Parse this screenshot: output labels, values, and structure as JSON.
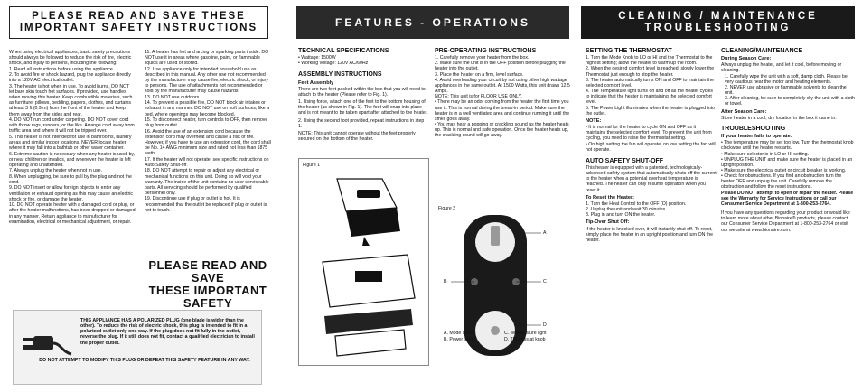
{
  "p1": {
    "title1": "PLEASE READ AND SAVE THESE",
    "title2": "IMPORTANT SAFETY INSTRUCTIONS",
    "col1": [
      "When using electrical appliances, basic safety precautions should always be followed to reduce the risk of fire, electric shock, and injury to persons, including the following:",
      "1. Read all instructions before using the appliance.",
      "2. To avoid fire or shock hazard, plug the appliance directly into a 120V AC electrical outlet.",
      "3. The heater is hot when in use. To avoid burns, DO NOT let bare skin touch hot surfaces. If provided, use handles when moving this heater. Keep combustible materials, such as furniture, pillows, bedding, papers, clothes, and curtains at least 3 ft (0.9 m) from the front of the heater and keep them away from the sides and rear.",
      "4. DO NOT run cord under carpeting. DO NOT cover cord with throw rugs, runners, or the like. Arrange cord away from traffic area and where it will not be tripped over.",
      "5. This heater is not intended for use in bathrooms, laundry areas and similar indoor locations. NEVER locate heater where it may fall into a bathtub or other water container.",
      "6. Extreme caution is necessary when any heater is used by, or near children or invalids, and whenever the heater is left operating and unattended.",
      "7. Always unplug the heater when not in use.",
      "8. When unplugging, be sure to pull by the plug and not the cord.",
      "9. DO NOT insert or allow foreign objects to enter any ventilation or exhaust opening as this may cause an electric shock or fire, or damage the heater.",
      "10. DO NOT operate heater with a damaged cord or plug, or after the heater malfunctions, has been dropped or damaged in any manner. Return appliance to manufacturer for examination, electrical or mechanical adjustment, or repair."
    ],
    "col2": [
      "11. A heater has hot and arcing or sparking parts inside. DO NOT use it in areas where gasoline, paint, or flammable liquids are used or stored.",
      "12. Use appliance only for intended household use as described in this manual. Any other use not recommended by the manufacturer may cause fire, electric shock, or injury to persons. The use of attachments not recommended or sold by the manufacturer may cause hazards.",
      "13. DO NOT use outdoors.",
      "14. To prevent a possible fire, DO NOT block air intakes or exhaust in any manner. DO NOT use on soft surfaces, like a bed, where openings may become blocked.",
      "15. To disconnect heater, turn controls to OFF, then remove plug from outlet.",
      "16. Avoid the use of an extension cord because the extension cord may overheat and cause a risk of fire. However, if you have to use an extension cord, the cord shall be No. 14 AWG minimum size and rated not less than 1875 watts.",
      "17. If the heater will not operate, see specific instructions on Auto Safety Shut-off.",
      "18. DO NOT attempt to repair or adjust any electrical or mechanical functions on this unit. Doing so will void your warranty. The inside of the unit contains no user serviceable parts. All servicing should be performed by qualified personnel only.",
      "19. Discontinue use if plug or outlet is hot. It is recommended that the outlet be replaced if plug or outlet is hot to touch."
    ],
    "big1": "PLEASE READ AND SAVE",
    "big2": "THESE IMPORTANT",
    "big3": "SAFETY INSTRUCTIONS",
    "plug_text": "THIS APPLIANCE HAS A POLARIZED PLUG (one blade is wider than the other). To reduce the risk of electric shock, this plug is intended to fit in a polarized outlet only one way. If the plug does not fit fully in the outlet, reverse the plug. If it still does not fit, contact a qualified electrician to install the proper outlet.",
    "plug_warn": "DO NOT ATTEMPT TO MODIFY THIS PLUG OR DEFEAT THIS SAFETY FEATURE IN ANY WAY."
  },
  "p2": {
    "title": "FEATURES - OPERATIONS",
    "tech_h": "TECHNICAL SPECIFICATIONS",
    "tech": [
      "• Wattage: 1500W",
      "• Working voltage: 120V AC/60Hz"
    ],
    "asm_h": "ASSEMBLY INSTRUCTIONS",
    "asm_sub": "Feet Assembly",
    "asm": [
      "There are two feet packed within the box that you will need to attach to the heater (Please refer to Fig. 1).",
      "1. Using force, attach one of the feet to the bottom housing of the heater (as shown in Fig. 1). The foot will snap into place and is not meant to be taken apart after attached to the heater.",
      "2. Using the second foot provided, repeat instructions in step 1."
    ],
    "asm_note": "NOTE: This unit cannot operate without the feet properly secured on the bottom of the heater.",
    "pre_h": "PRE-OPERATING INSTRUCTIONS",
    "pre": [
      "1. Carefully remove your heater from the box.",
      "2. Make sure the unit is in the OFF position before plugging the heater into the outlet.",
      "3. Place the heater on a firm, level surface.",
      "4. Avoid overloading your circuit by not using other high wattage appliances in the same outlet. At 1500 Watts, this unit draws 12.5 Amps."
    ],
    "pre_note": "NOTE: This unit is for FLOOR USE ONLY.",
    "pre2": [
      "• There may be an odor coming from the heater the first time you use it. This is normal during the break-in period. Make sure the heater is in a well ventilated area and continue running it until the smell goes away.",
      "• You may hear a popping or crackling sound as the heater heats up. This is normal and safe operation. Once the heater heats up, the crackling sound will go away."
    ],
    "fig1": "Figure 1",
    "fig2": "Figure 2",
    "labels": [
      "A",
      "B",
      "C",
      "D"
    ],
    "legend": [
      "A. Mode switch",
      "B. Power light",
      "C. Temperature light",
      "D. Thermostat knob"
    ]
  },
  "p3": {
    "title1": "CLEANING / MAINTENANCE",
    "title2": "TROUBLESHOOTING",
    "thermo_h": "SETTING THE THERMOSTAT",
    "thermo": [
      "1. Turn the Mode Knob to LO or HI and the Thermostat to the highest setting; allow the heater to warm up the room.",
      "2. When the desired comfort level is reached, slowly lower the Thermostat just enough to stop the heater.",
      "3. The heater automatically turns ON and OFF to maintain the selected comfort level.",
      "4. The Temperature light turns on and off as the heater cycles to indicate that the heater is maintaining the selected comfort level.",
      "5. The Power Light illuminates when the heater is plugged into the outlet."
    ],
    "note_h": "NOTE:",
    "notes": [
      "• It is normal for the heater to cycle ON and OFF as it maintains the selected comfort level. To prevent the unit from cycling, you need to raise the thermostat setting.",
      "• On high setting the fan will operate, on low setting the fan will not operate."
    ],
    "auto_h": "AUTO SAFETY SHUT-OFF",
    "auto": "This heater is equipped with a patented, technologically-advanced safety system that automatically shuts off the current to the heater when a potential overheat temperature is reached. The heater can only resume operation when you reset it.",
    "reset_h": "To Reset the Heater:",
    "reset": [
      "1. Turn the Heat Control to the OFF (O) position.",
      "2. Unplug the unit and wait 30 minutes.",
      "3. Plug in and turn ON the heater."
    ],
    "tip_h": "Tip-Over Shut Off:",
    "tip": "If the heater is knocked over, it will instantly shut off. To reset, simply place the heater in an upright position and turn ON the heater.",
    "clean_h": "CLEANING/MAINTENANCE",
    "during_h": "During Season Care:",
    "during": "Always unplug the heater, and let it cool, before moving or cleaning.",
    "during_list": [
      "1. Carefully wipe the unit with a soft, damp cloth. Please be very cautious near the motor and heating elements.",
      "2. NEVER use abrasive or flammable solvents to clean the unit.",
      "3. After cleaning, be sure to completely dry the unit with a cloth or towel."
    ],
    "after_h": "After Season Care:",
    "after": "Store heater in a cool, dry location in the box it came in.",
    "trouble_h": "TROUBLESHOOTING",
    "fail_h": "If your heater fails to operate:",
    "fail": [
      "• The temperature may be set too low. Turn the thermostat knob clockwise until the heater restarts.",
      "• Make sure selector is in LO or HI setting.",
      "• UNPLUG THE UNIT and make sure the heater is placed in an upright position.",
      "• Make sure the electrical outlet or circuit breaker is working.",
      "• Check for obstructions. If you find an obstruction turn the heater OFF and unplug the unit. Carefully remove the obstruction and follow the reset instructions."
    ],
    "warranty": "Please DO NOT attempt to open or repair the heater. Please see the Warranty for Service Instructions or call our Consumer Service Department at 1-800-253-2764.",
    "contact": "If you have any questions regarding your product or would like to learn more about other Bionaire® products, please contact our Consumer Service Department at 1-800-253-2764 or visit our website at www.bionaire.com."
  }
}
